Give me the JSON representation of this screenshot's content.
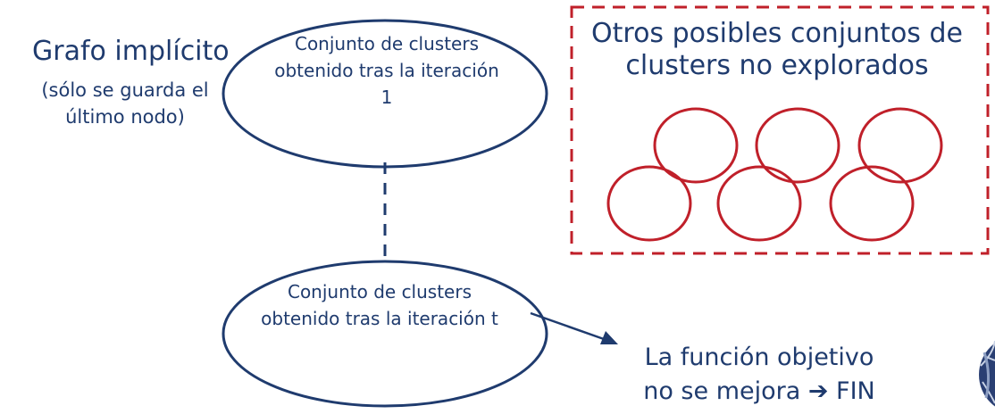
{
  "left_title": "Grafo implícito",
  "left_subtitle": "(sólo se guarda el último nodo)",
  "node_first": {
    "label": "Conjunto de clusters obtenido tras la iteración 1"
  },
  "node_last": {
    "label": "Conjunto de clusters obtenido tras la iteración t"
  },
  "unexplored_box": {
    "title": "Otros posibles conjuntos de clusters no explorados",
    "border_color": "#c0202a",
    "circle_count": 6
  },
  "result": {
    "line1": "La función objetivo",
    "line2": "no se mejora ➔ FIN"
  },
  "colors": {
    "text": "#1f3b6e",
    "ellipse_stroke": "#1f3b6e",
    "circle_stroke": "#c0202a"
  }
}
